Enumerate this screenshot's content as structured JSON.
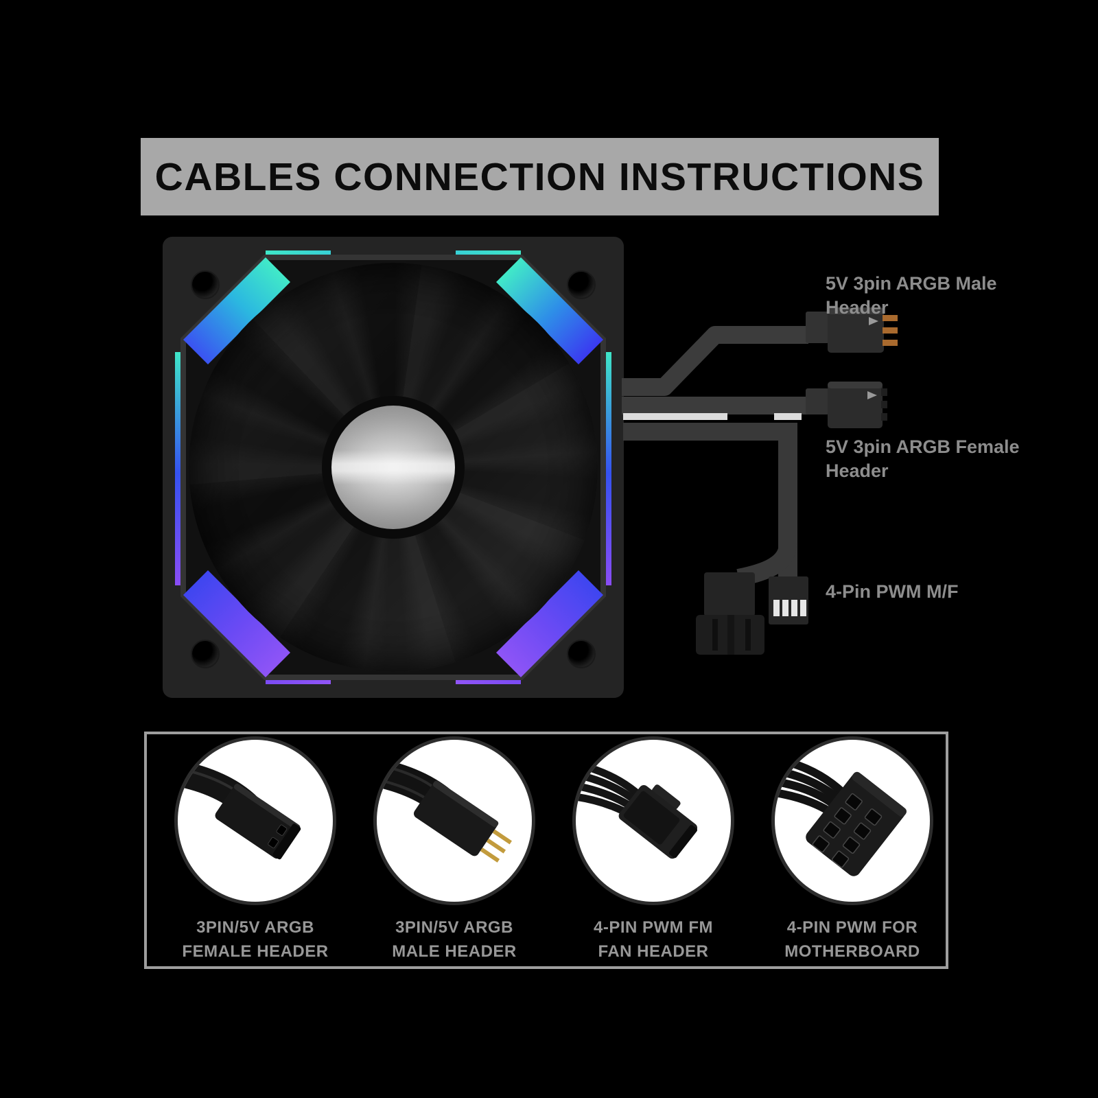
{
  "title": {
    "text": "CABLES CONNECTION INSTRUCTIONS"
  },
  "cable_diagram": {
    "labels": {
      "argb_male": {
        "line1": "5V 3pin ARGB Male",
        "line2": "Header"
      },
      "argb_female": {
        "line1": "5V 3pin ARGB Female",
        "line2": "Header"
      },
      "pwm": {
        "line1": "4-Pin PWM M/F"
      }
    },
    "connectors": [
      "argb-male-3pin-connector",
      "argb-female-3pin-connector",
      "pwm-4pin-male-connector",
      "pwm-4pin-female-connector"
    ]
  },
  "legend": {
    "items": [
      {
        "icon": "argb-female-connector-icon",
        "line1": "3PIN/5V ARGB",
        "line2": "FEMALE HEADER"
      },
      {
        "icon": "argb-male-connector-icon",
        "line1": "3PIN/5V ARGB",
        "line2": "MALE HEADER"
      },
      {
        "icon": "pwm-female-connector-icon",
        "line1": "4-PIN PWM FM",
        "line2": "FAN HEADER"
      },
      {
        "icon": "pwm-male-connector-icon",
        "line1": "4-PIN PWM FOR",
        "line2": "MOTHERBOARD"
      }
    ]
  },
  "colors": {
    "background": "#000000",
    "banner_bg": "#a8a8a8",
    "banner_text": "#0c0c0c",
    "diagram_label_gray": "#8d8d8d",
    "legend_label_gray": "#979797",
    "panel_border_gray": "#9e9e9e",
    "cable_gray": "#3c3c3c",
    "cable_stripe_white": "#dcdcdc",
    "pin_copper": "#a96a2e",
    "rgb_teal": "#41e9c8",
    "rgb_blue": "#3a54f1",
    "rgb_violet": "#9055f6",
    "hub_silver": "#c4c4c4"
  }
}
